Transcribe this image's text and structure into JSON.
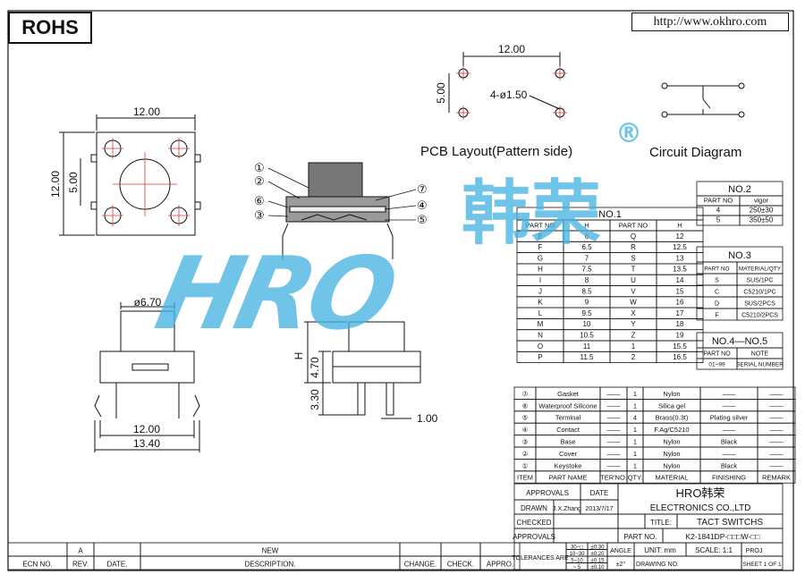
{
  "badge": "ROHS",
  "url": "http://www.okhro.com",
  "watermark": {
    "letters": "HRO",
    "cjk": "韩荣",
    "reg": "®",
    "color": "#46b4e1"
  },
  "colors": {
    "accent_red": "#d23a3a",
    "watermark": "#46b4e1"
  },
  "top_view": {
    "width": "12.00",
    "height": "12.00",
    "pitch": "5.00"
  },
  "pcb": {
    "width": "12.00",
    "height": "5.00",
    "hole": "4-ø1.50",
    "label": "PCB Layout(Pattern side)"
  },
  "circuit": {
    "label": "Circuit Diagram"
  },
  "section_callouts": [
    "①",
    "②",
    "⑥",
    "③",
    "⑦",
    "④",
    "⑤"
  ],
  "front_view": {
    "cap": "ø6.70",
    "width1": "12.00",
    "width2": "13.40"
  },
  "side_view": {
    "h": "H",
    "h1": "4.70",
    "h2": "3.30",
    "lead": "1.00"
  },
  "no1": {
    "title": "NO.1",
    "headers": [
      "PART NO",
      "H",
      "PART NO",
      "H"
    ],
    "rows": [
      [
        "E",
        "6",
        "Q",
        "12"
      ],
      [
        "F",
        "6.5",
        "R",
        "12.5"
      ],
      [
        "G",
        "7",
        "S",
        "13"
      ],
      [
        "H",
        "7.5",
        "T",
        "13.5"
      ],
      [
        "I",
        "8",
        "U",
        "14"
      ],
      [
        "J",
        "8.5",
        "V",
        "15"
      ],
      [
        "K",
        "9",
        "W",
        "16"
      ],
      [
        "L",
        "9.5",
        "X",
        "17"
      ],
      [
        "M",
        "10",
        "Y",
        "18"
      ],
      [
        "N",
        "10.5",
        "Z",
        "19"
      ],
      [
        "O",
        "11",
        "1",
        "15.5"
      ],
      [
        "P",
        "11.5",
        "2",
        "16.5"
      ]
    ]
  },
  "no2": {
    "title": "NO.2",
    "headers": [
      "PART NO",
      "vigor"
    ],
    "rows": [
      [
        "4",
        "250±30"
      ],
      [
        "5",
        "350±50"
      ]
    ]
  },
  "no3": {
    "title": "NO.3",
    "headers": [
      "PART NO",
      "MATERIAL/QTY"
    ],
    "rows": [
      [
        "S",
        "SUS/1PC"
      ],
      [
        "C",
        "C5210/1PC"
      ],
      [
        "D",
        "SUS/2PCS"
      ],
      [
        "F",
        "C5210/2PCS"
      ]
    ]
  },
  "no45": {
    "title": "NO.4—NO.5",
    "headers": [
      "PART NO",
      "NOTE"
    ],
    "rows": [
      [
        "01~99",
        "SERIAL NUMBER"
      ]
    ]
  },
  "bom": {
    "rows": [
      [
        "⑦",
        "Gasket",
        "——",
        "1",
        "Nylon",
        "——",
        "——"
      ],
      [
        "⑥",
        "Waterproof Silicone",
        "——",
        "1",
        "Silica gel",
        "——",
        "——"
      ],
      [
        "⑤",
        "Terminal",
        "——",
        "4",
        "Brass(0.3t)",
        "Plating silver",
        "——"
      ],
      [
        "④",
        "Contact",
        "——",
        "1",
        "F.Ag/C5210",
        "——",
        "——"
      ],
      [
        "③",
        "Base",
        "——",
        "1",
        "Nylon",
        "Black",
        "——"
      ],
      [
        "②",
        "Cover",
        "——",
        "1",
        "Nylon",
        "——",
        "——"
      ],
      [
        "①",
        "Keystoke",
        "——",
        "1",
        "Nylon",
        "Black",
        "——"
      ]
    ],
    "headers": [
      "ITEM",
      "PART NAME",
      "TER'NO.",
      "QTY.",
      "MATERIAL",
      "FINISHING",
      "REMARK"
    ]
  },
  "titleblock": {
    "approvals": "APPROVALS",
    "date": "DATE",
    "drawn": "DRAWN",
    "drawn_by": "J.X.Zhang",
    "drawn_date": "2013/7/17",
    "checked": "CHECKED",
    "approvals2": "APPROVALS",
    "company_logo": "HRO韩荣",
    "company": "ELECTRONICS CO.,LTD",
    "title_label": "TITLE:",
    "title": "TACT SWITCHS",
    "partno_label": "PART NO.",
    "partno": "K2-1841DP-□□□W-□□",
    "tolerances": "TOLERANCES ARE",
    "tol_rows": [
      [
        "30~□",
        "±0.30"
      ],
      [
        "10~30",
        "±0.20"
      ],
      [
        "5~10",
        "±0.15"
      ],
      [
        "~ 5",
        "±0.10"
      ]
    ],
    "angle_label": "ANGLE",
    "angle": "±2°",
    "unit_label": "UNIT:",
    "unit": "mm",
    "scale_label": "SCALE:",
    "scale": "1:1",
    "proj": "PROJ",
    "drawing_no": "DRAWING NO.",
    "sheet_label": "SHEET",
    "sheet": "1 OF 1"
  },
  "revision": {
    "row": [
      "",
      "A",
      "",
      "NEW",
      "",
      "",
      ""
    ],
    "headers": [
      "ECN NO.",
      "REV.",
      "DATE.",
      "DESCRIPTION.",
      "CHANGE.",
      "CHECK.",
      "APPRO."
    ]
  }
}
